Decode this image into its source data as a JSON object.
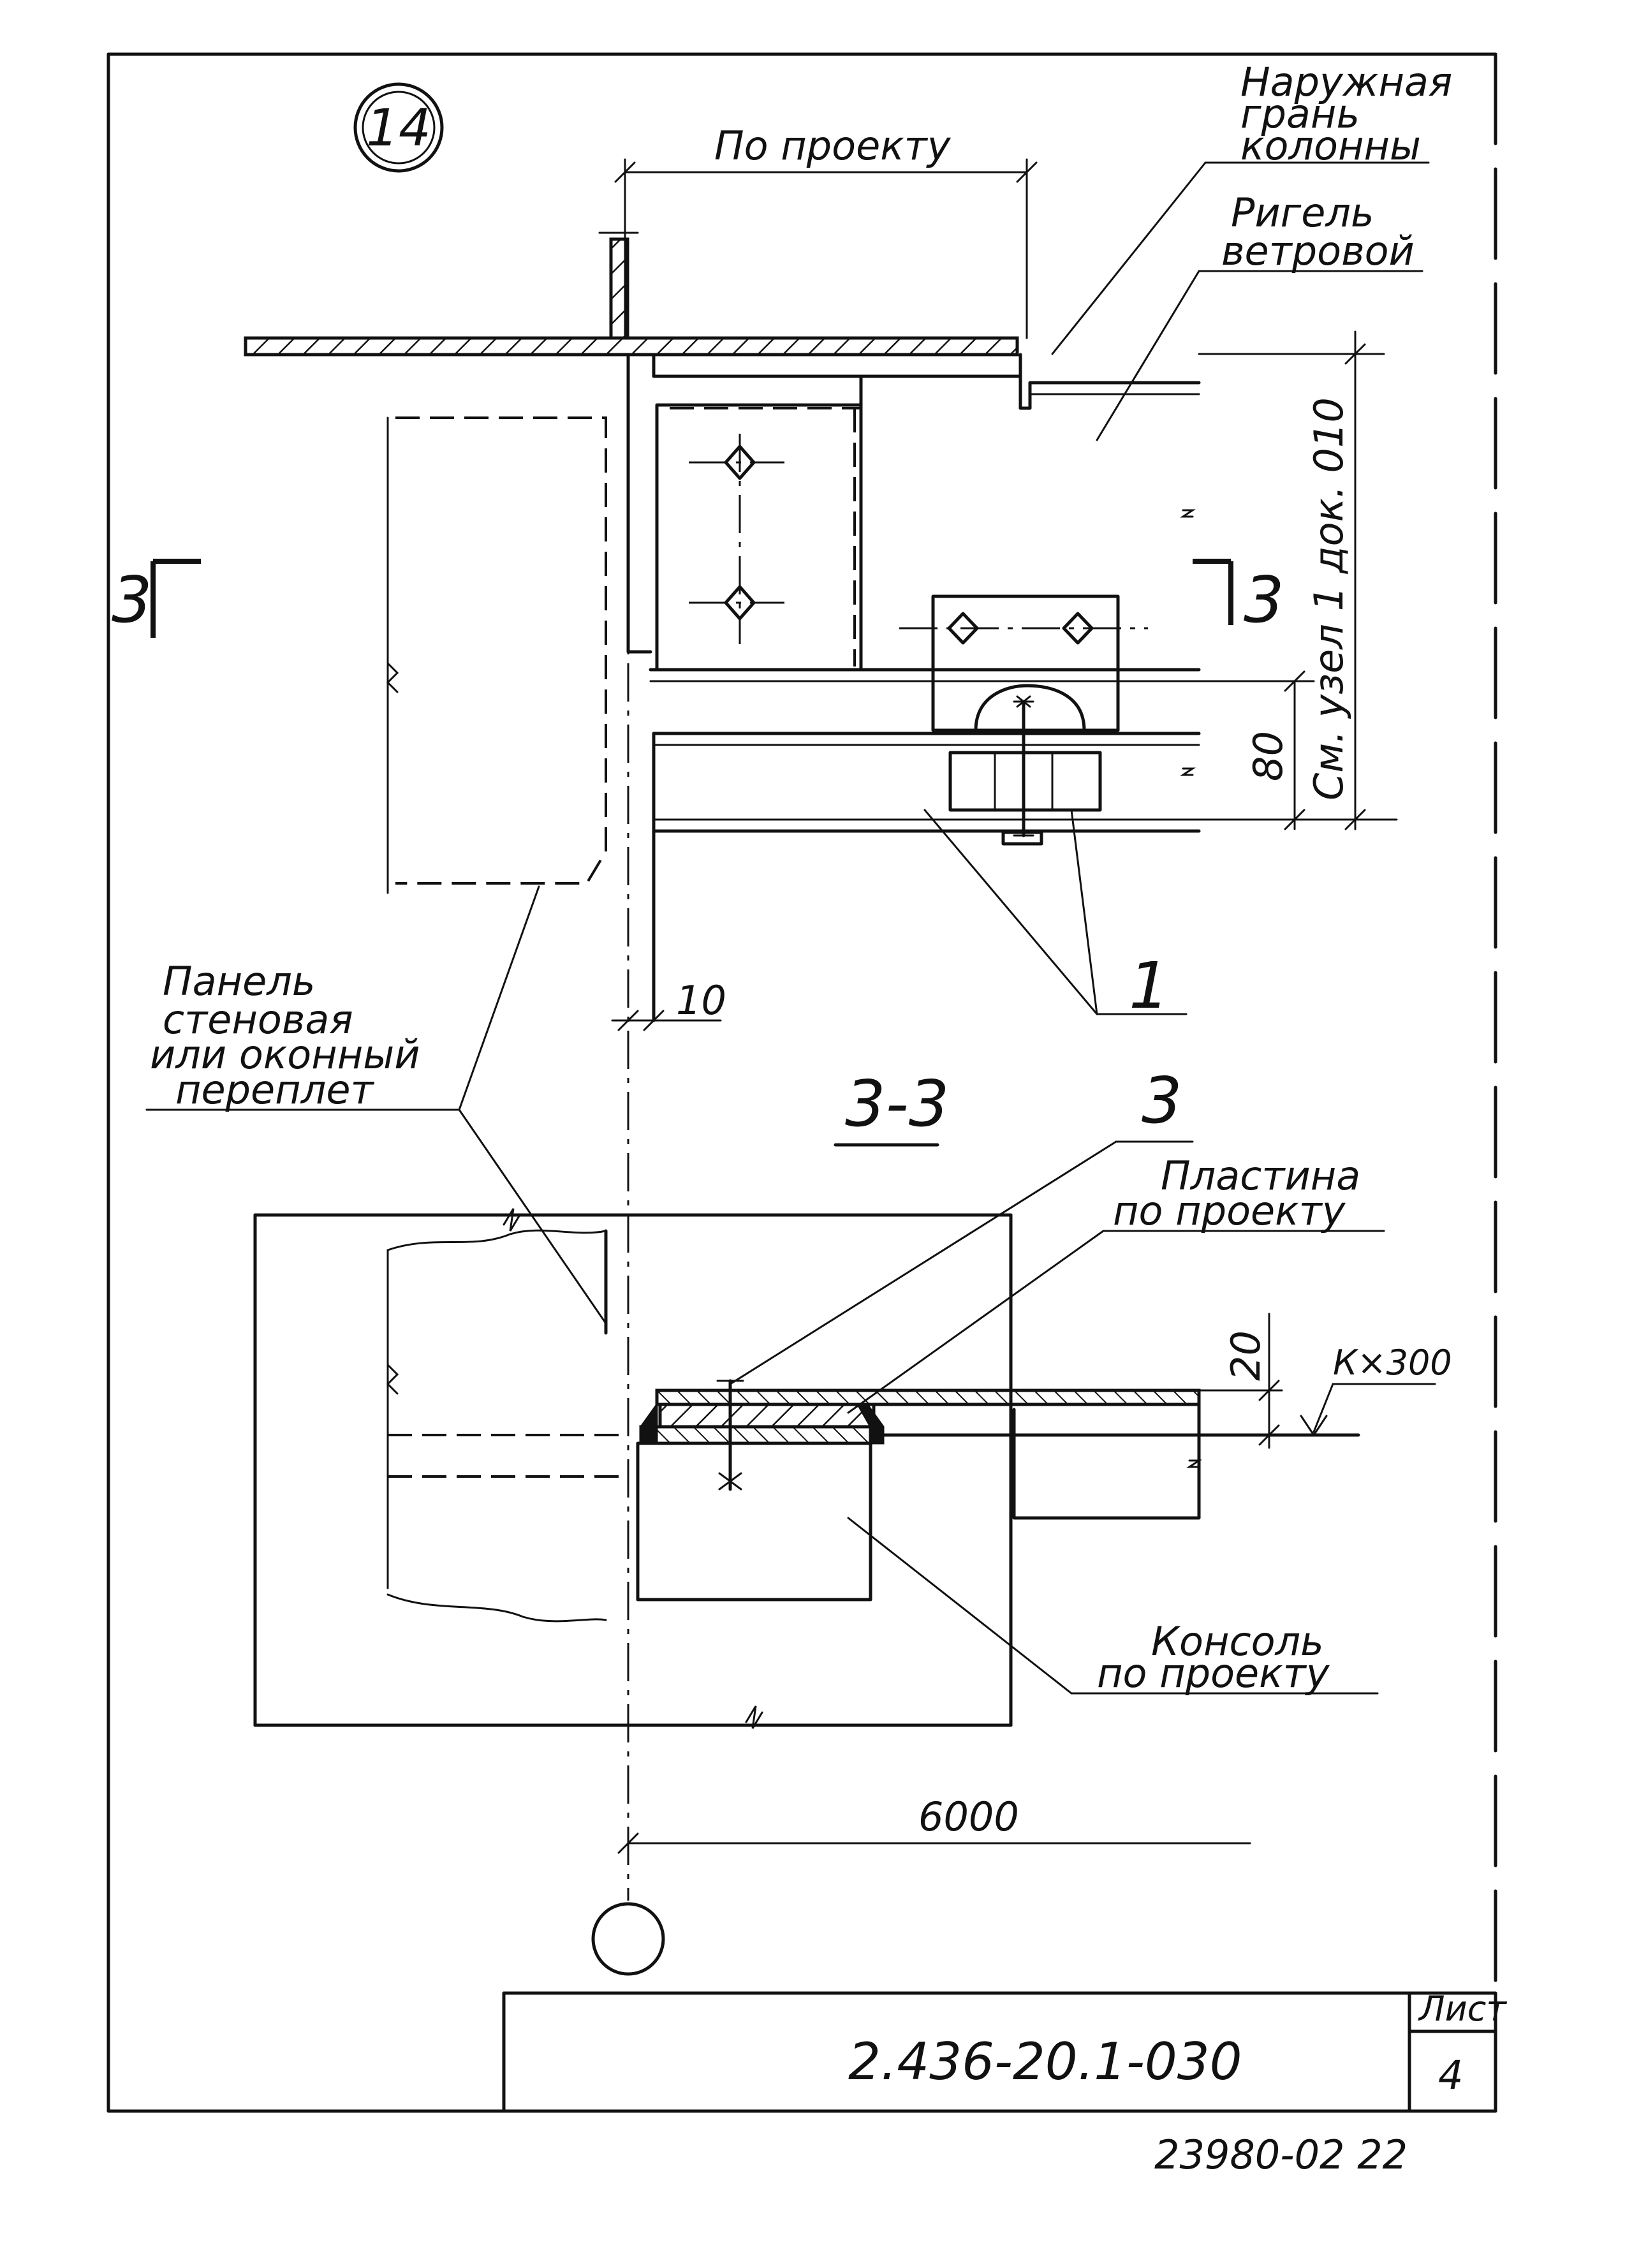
{
  "node_number": "14",
  "section_mark": "3",
  "section_title": "3-3",
  "labels": {
    "outer_face_line1": "Наружная",
    "outer_face_line2": "грань",
    "outer_face_line3": "колонны",
    "wind_girt_line1": "Ригель",
    "wind_girt_line2": "ветровой",
    "panel_line1": "Панель",
    "panel_line2": "стеновая",
    "panel_line3": "или оконный",
    "panel_line4": "переплет",
    "plate_line1": "Пластина",
    "plate_line2": "по проекту",
    "console_line1": "Консоль",
    "console_line2": "по проекту",
    "see_node": "См. узел 1 док. 010",
    "callout_1": "1",
    "callout_3": "3"
  },
  "dimensions": {
    "by_project": "По проекту",
    "d80": "80",
    "d10": "10",
    "d20": "20",
    "kx300": "К×300",
    "d6000": "6000"
  },
  "title_block": {
    "doc_code": "2.436-20.1-030",
    "sheet_label": "Лист",
    "sheet_number": "4"
  },
  "footer_code": "23980-02  22"
}
